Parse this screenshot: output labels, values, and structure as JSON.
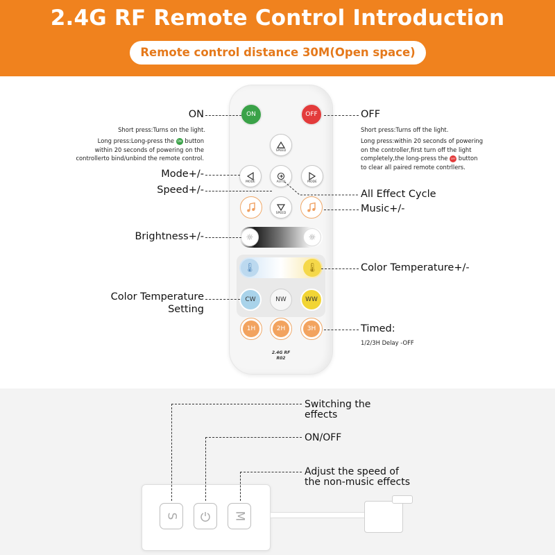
{
  "header": {
    "title": "2.4G RF Remote Control Introduction",
    "subtitle": "Remote control distance 30M(Open space)"
  },
  "remote": {
    "on": "ON",
    "off": "OFF",
    "speed": "SPEED",
    "mode": "MODE",
    "auto": "AUTO",
    "cw": "CW",
    "nw": "NW",
    "ww": "WW",
    "t1": "1H",
    "t2": "2H",
    "t3": "3H",
    "brand_line1": "2.4G RF",
    "brand_line2": "R02"
  },
  "callouts": {
    "on": {
      "label": "ON",
      "short": "Short press:Turns on the light.",
      "long_a": "Long press:Long-press the",
      "long_badge": "ON",
      "long_b": "button",
      "long_c": "within 20 seconds of powering on the",
      "long_d": "controllerto bind/unbind the remote control."
    },
    "off": {
      "label": "OFF",
      "short": "Short press:Turns off the light.",
      "long_a": "Long press:within 20 seconds of powering",
      "long_b": "on the controller,first turn off the light",
      "long_c": "completely,the long-press the",
      "long_badge": "OFF",
      "long_d": "button",
      "long_e": "to clear all paired remote contrllers."
    },
    "mode": "Mode+/-",
    "speed": "Speed+/-",
    "all_effect": "All Effect Cycle",
    "music": "Music+/-",
    "brightness": "Brightness+/-",
    "color_temp": "Color Temperature+/-",
    "ct_setting_1": "Color Temperature",
    "ct_setting_2": "Setting",
    "timed": "Timed:",
    "timed_sub": "1/2/3H Delay -OFF"
  },
  "controller": {
    "switch_effects_1": "Switching the",
    "switch_effects_2": "effects",
    "onoff": "ON/OFF",
    "speed_1": "Adjust the speed of",
    "speed_2": "the non-music effects"
  },
  "colors": {
    "header_orange": "#f0821e",
    "on_green": "#3aa248",
    "off_red": "#e33b3b",
    "timer_orange": "#f2a35f",
    "cw_blue": "#a9d3ea",
    "ww_yellow": "#f2d535"
  }
}
